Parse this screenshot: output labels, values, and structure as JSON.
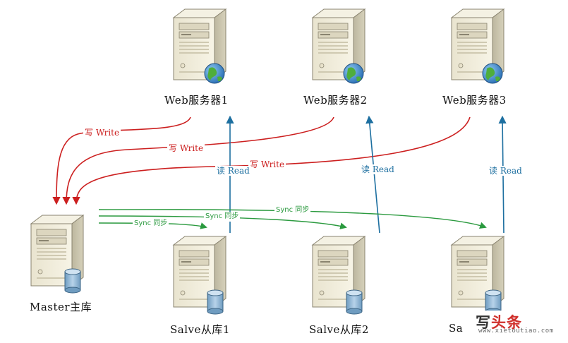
{
  "nodes": {
    "web1": {
      "label": "Web服务器1"
    },
    "web2": {
      "label": "Web服务器2"
    },
    "web3": {
      "label": "Web服务器3"
    },
    "master": {
      "label": "Master主库"
    },
    "slave1": {
      "label": "Salve从库1"
    },
    "slave2": {
      "label": "Salve从库2"
    },
    "slave3": {
      "label": "Sa"
    }
  },
  "edges": {
    "write_label": "写 Write",
    "read_label": "读 Read",
    "sync_label": "Sync 同步"
  },
  "watermark": {
    "brand_black": "写",
    "brand_red": "头条",
    "url": "www.xietoutiao.com"
  },
  "colors": {
    "write": "#cc1f1f",
    "read": "#1d6fa0",
    "sync": "#2b9a3f",
    "globe": "#3a8fd0",
    "database": "#7fa9c9"
  }
}
